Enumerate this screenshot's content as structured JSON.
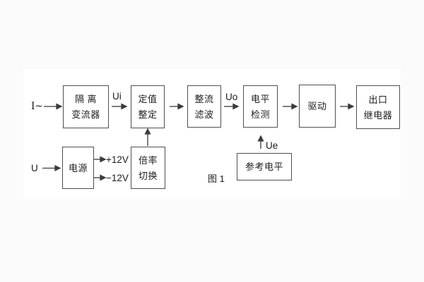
{
  "figure": {
    "caption": "图 1"
  },
  "boxes": {
    "isolation": {
      "line1": "隔 离",
      "line2": "变流器"
    },
    "setpoint": {
      "line1": "定值",
      "line2": "整定"
    },
    "rectifier": {
      "line1": "整流",
      "line2": "滤波"
    },
    "level_detect": {
      "line1": "电平",
      "line2": "检测"
    },
    "drive": {
      "line1": "驱动"
    },
    "output_relay": {
      "line1": "出口",
      "line2": "继电器"
    },
    "power": {
      "line1": "电源"
    },
    "ratio_switch": {
      "line1": "倍率",
      "line2": "切换"
    },
    "reference_level": {
      "line1": "参考电平"
    }
  },
  "signals": {
    "input_current": "I~",
    "ui": "Ui",
    "uo": "Uo",
    "input_voltage": "U",
    "ue": "Ue",
    "plus12v": "+12V",
    "minus12v": "−12V"
  },
  "colors": {
    "line": "#3a3a3a",
    "border": "#4f4f4f",
    "text": "#1c1c1c",
    "background": "#ffffff"
  }
}
